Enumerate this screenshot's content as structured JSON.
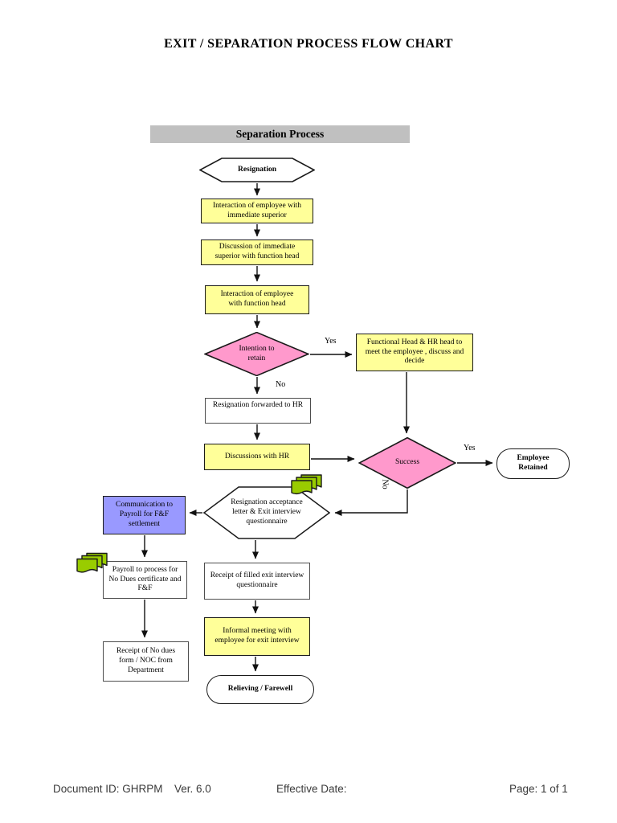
{
  "document": {
    "title": "EXIT / SEPARATION PROCESS FLOW CHART",
    "section_banner": "Separation Process"
  },
  "nodes": {
    "resignation": "Resignation",
    "interaction_immediate_superior": "Interaction of employee with immediate superior",
    "discussion_function_head": "Discussion of immediate superior with function head",
    "interaction_function_head": "Interaction of employee with function head",
    "intention_to_retain": "Intention to retain",
    "functional_head_meet": "Functional Head & HR head to meet the employee , discuss and decide",
    "resignation_forwarded_hr": "Resignation forwarded to HR",
    "discussions_with_hr": "Discussions with HR",
    "success": "Success",
    "employee_retained": "Employee Retained",
    "resignation_acceptance": "Resignation acceptance letter & Exit interview questionnaire",
    "communication_payroll": "Communication to Payroll for F&F settlement",
    "payroll_process": "Payroll to process for No Dues certificate and F&F",
    "receipt_no_dues": "Receipt of No dues form / NOC from Department",
    "receipt_exit_questionnaire": "Receipt of filled exit interview questionnaire",
    "informal_meeting": "Informal meeting with employee for exit interview",
    "relieving_farewell": "Relieving / Farewell"
  },
  "edge_labels": {
    "intention_yes": "Yes",
    "intention_no": "No",
    "success_yes": "Yes",
    "success_no": "No"
  },
  "icons": {
    "documents_stack": "documents-stack-icon"
  },
  "footer": {
    "document_id": "Document ID: GHRPM",
    "version": "Ver. 6.0",
    "effective_date": "Effective Date:",
    "page": "Page: 1 of 1"
  },
  "colors": {
    "process_yellow": "#FFFF99",
    "decision_pink": "#FF99CC",
    "payroll_purple": "#9999FF",
    "documents_green": "#99CC00",
    "banner_gray": "#C0C0C0",
    "line_black": "#1a1a1a"
  }
}
